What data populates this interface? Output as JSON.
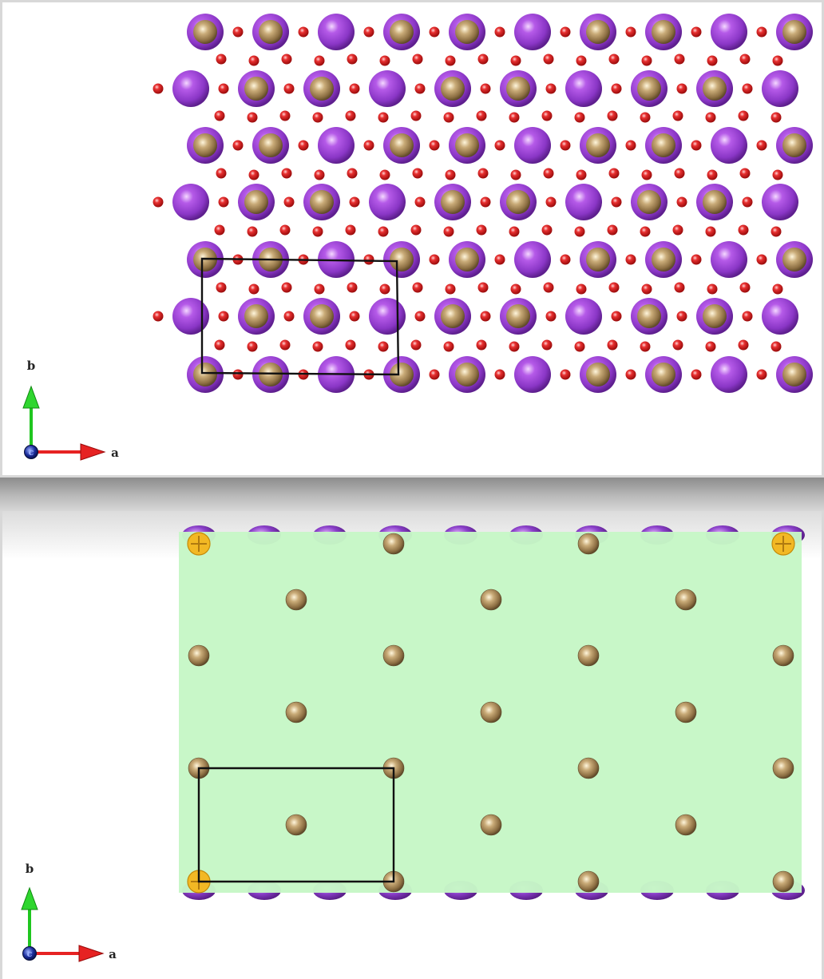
{
  "views": [
    {
      "id": "full-structure",
      "axis_labels": {
        "a": "a",
        "b": "b",
        "c": "c"
      },
      "colors": {
        "large_atom": "#9b3fd6",
        "large_atom_highlight": "#e6b8ff",
        "cation": "#9b7d4f",
        "cation_highlight": "#efe1b6",
        "oxygen": "#e02020",
        "oxygen_highlight": "#ffd0d0",
        "unit_cell": "#111111"
      }
    },
    {
      "id": "cation-sublattice",
      "axis_labels": {
        "a": "a",
        "b": "b",
        "c": "c"
      },
      "colors": {
        "plane": "#c6f7c6",
        "cation": "#9b7d4f",
        "cation_highlight": "#efe1b6",
        "selected": "#f2b824",
        "large_atom_edge": "#8a3fc9",
        "unit_cell": "#111111"
      }
    }
  ]
}
